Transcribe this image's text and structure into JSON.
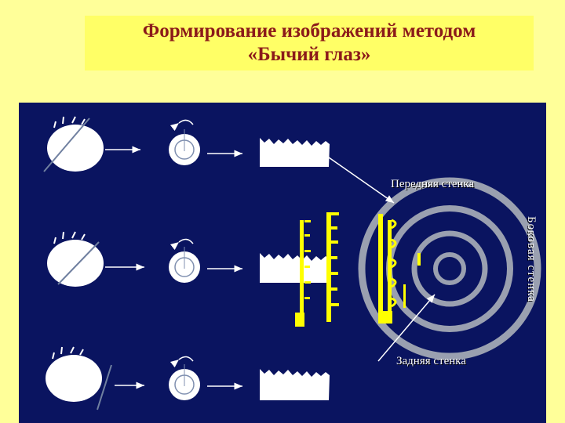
{
  "title": {
    "line1": "Формирование изображений методом",
    "line2": "«Бычий глаз»"
  },
  "labels": {
    "front_wall": "Передняя стенка",
    "side_wall": "Боковая стенка",
    "back_wall": "Задняя стенка"
  },
  "colors": {
    "background": "#ffff99",
    "title_box": "#ffff66",
    "title_text": "#8b1a1a",
    "panel": "#0a1460",
    "shapes": "#ffffff",
    "rings": "#9aa0b0",
    "yellow_glyphs": "#ffff00"
  }
}
